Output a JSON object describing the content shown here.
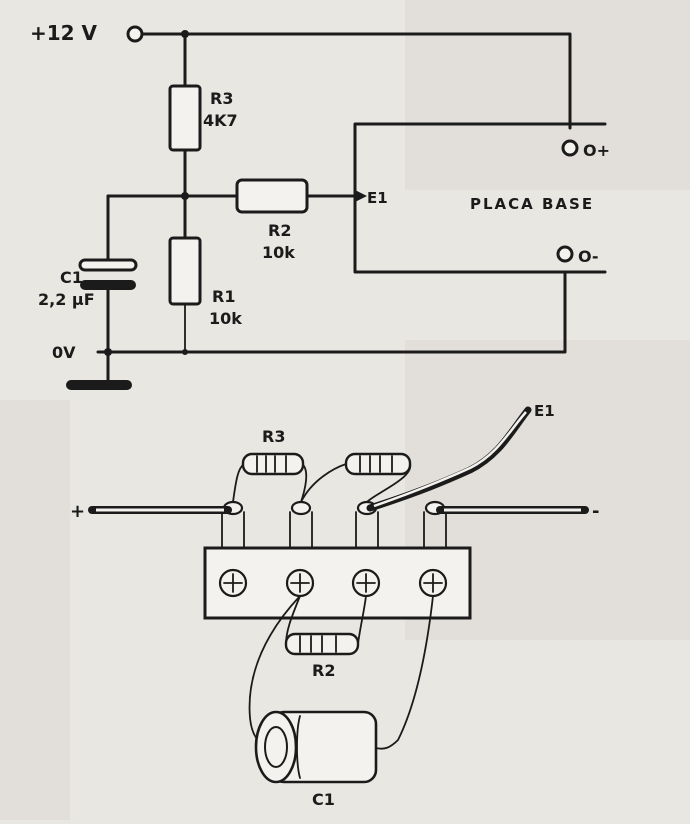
{
  "schematic": {
    "supply_label": "+12 V",
    "ground_label": "0V",
    "r3": {
      "name": "R3",
      "value": "4K7"
    },
    "r2": {
      "name": "R2",
      "value": "10k"
    },
    "r1": {
      "name": "R1",
      "value": "10k"
    },
    "c1": {
      "name": "C1",
      "value": "2,2 µF"
    },
    "e1_label": "E1",
    "board_title": "PLACA BASE",
    "board_pos": "O+",
    "board_neg": "O-"
  },
  "assembly": {
    "r3_label": "R3",
    "r2_label": "R2",
    "c1_label": "C1",
    "e1_label": "E1",
    "plus_label": "+",
    "minus_label": "-"
  }
}
